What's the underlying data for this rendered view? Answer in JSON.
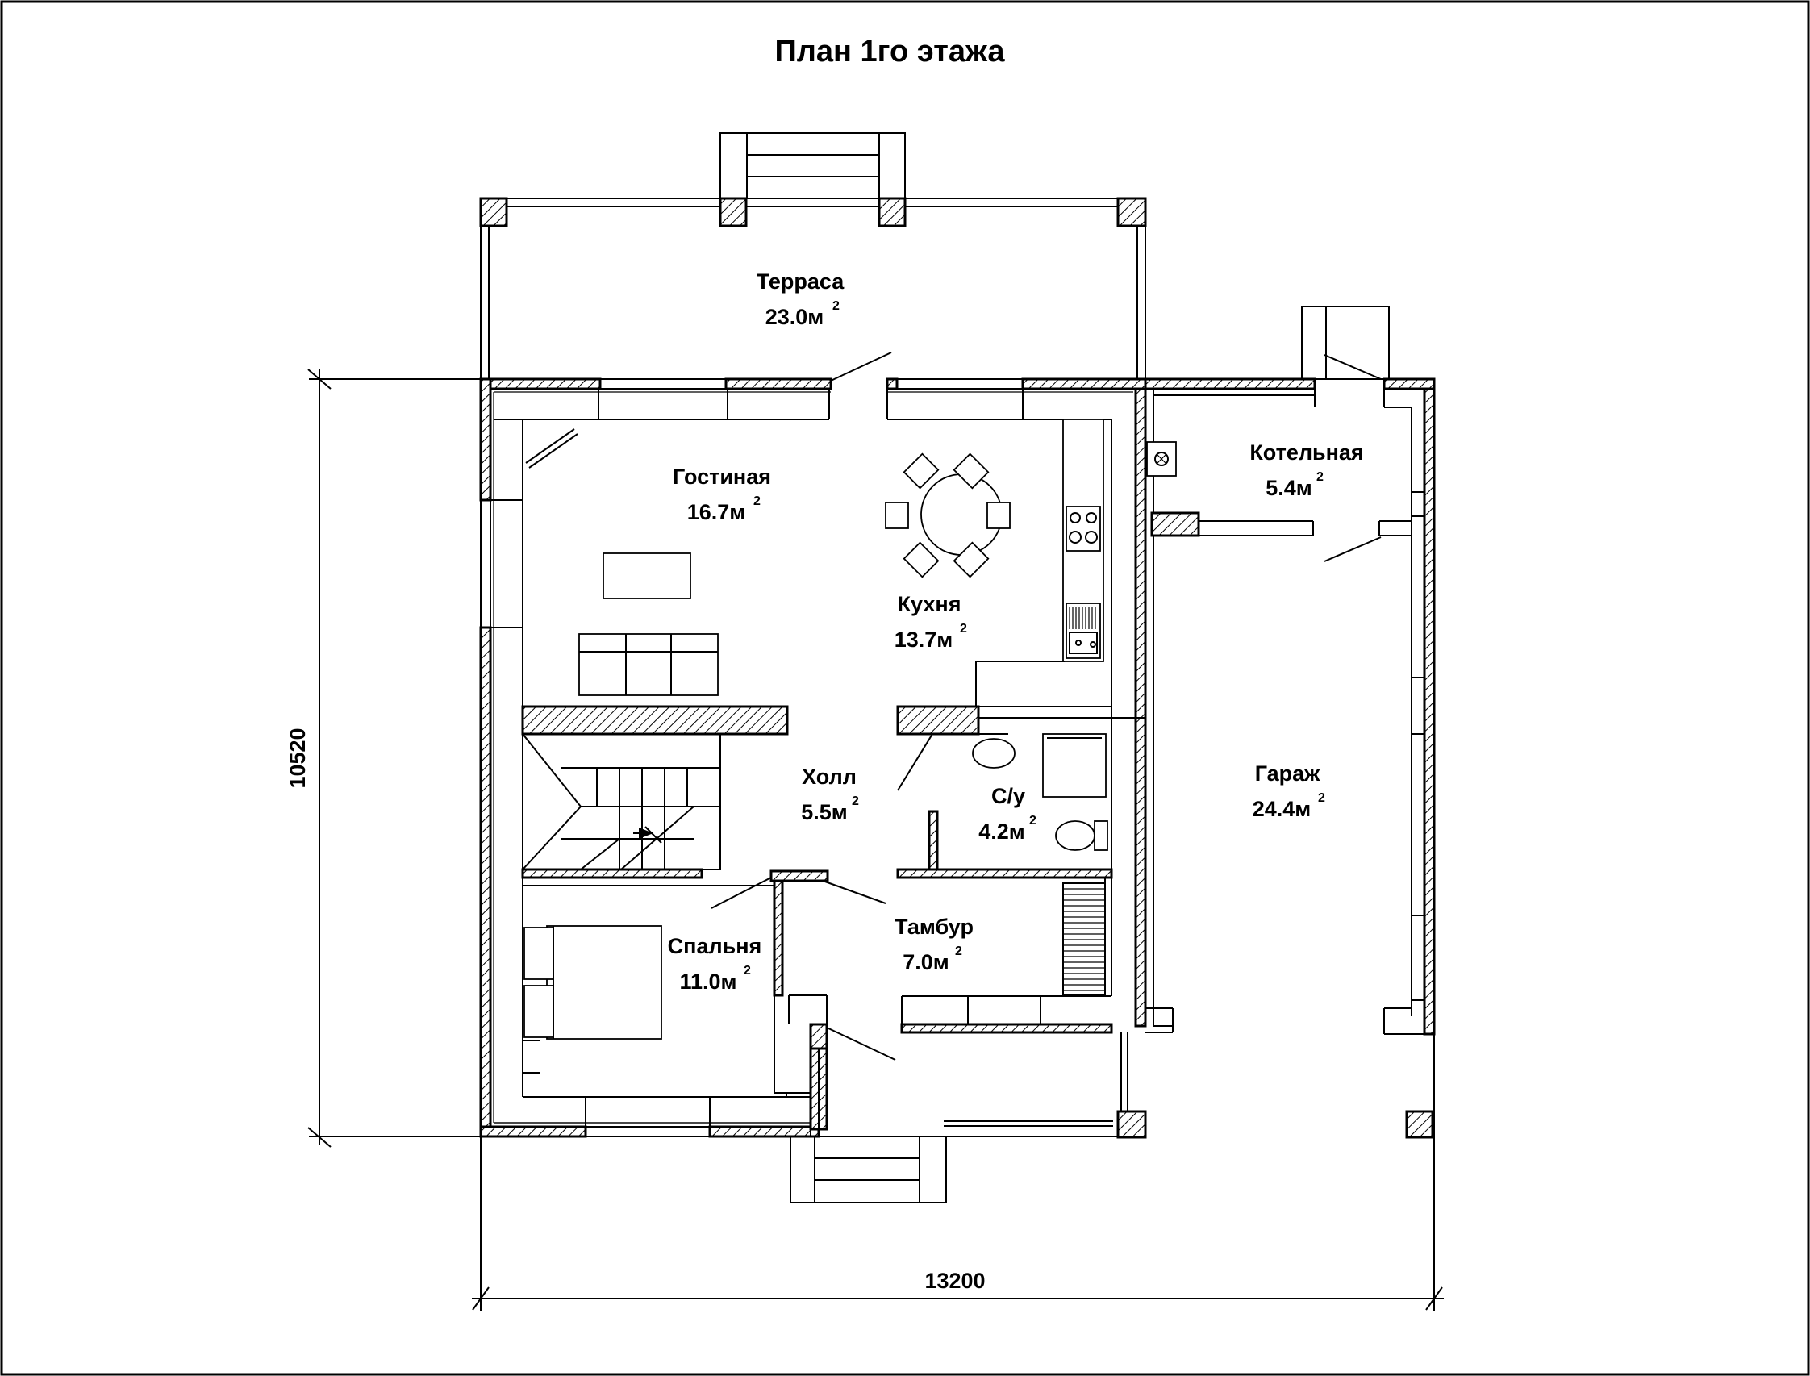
{
  "title": "План 1го этажа",
  "area_unit": "м",
  "area_power": "2",
  "dimensions": {
    "width": "13200",
    "height": "10520"
  },
  "rooms": [
    {
      "id": "terrace",
      "name": "Терраса",
      "area": "23.0"
    },
    {
      "id": "living",
      "name": "Гостиная",
      "area": "16.7"
    },
    {
      "id": "kitchen",
      "name": "Кухня",
      "area": "13.7"
    },
    {
      "id": "boiler",
      "name": "Котельная",
      "area": "5.4"
    },
    {
      "id": "hall",
      "name": "Холл",
      "area": "5.5"
    },
    {
      "id": "wc",
      "name": "С/у",
      "area": "4.2"
    },
    {
      "id": "garage",
      "name": "Гараж",
      "area": "24.4"
    },
    {
      "id": "bedroom",
      "name": "Спальня",
      "area": "11.0"
    },
    {
      "id": "vestibule",
      "name": "Тамбур",
      "area": "7.0"
    }
  ]
}
